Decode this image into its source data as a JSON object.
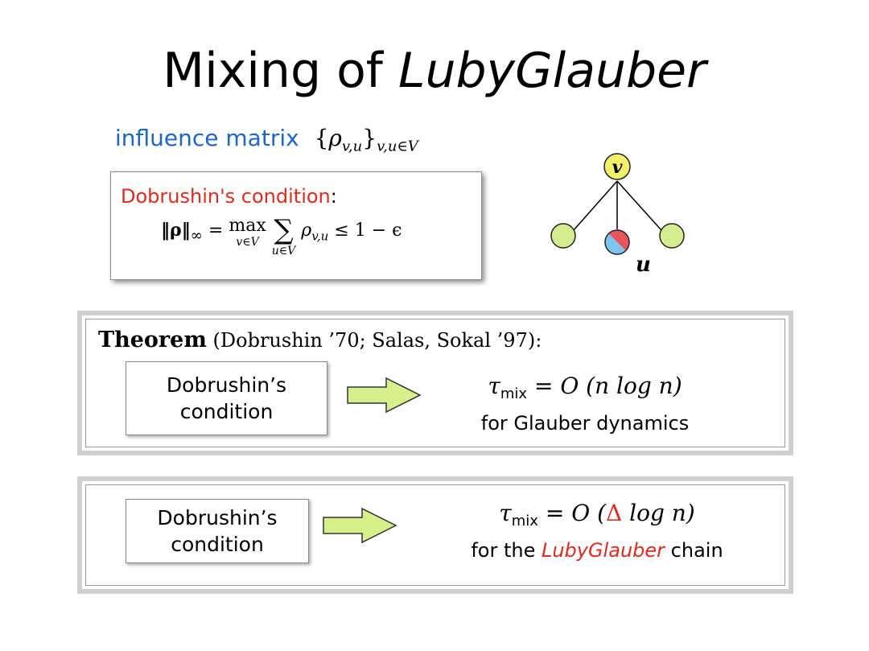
{
  "title": {
    "prefix": "Mixing of ",
    "emph": "LubyGlauber"
  },
  "influence": {
    "label": "influence matrix",
    "rho": "ρ",
    "rho_sub": "v,u",
    "set_sub": "v,u∈V"
  },
  "dobrushin_box": {
    "name": "Dobrushin's condition",
    "colon": ":",
    "norm": "‖ρ‖",
    "norm_sub": "∞",
    "max": "max",
    "max_sub": "v∈V",
    "sum_sub": "u∈V",
    "rho": "ρ",
    "rho_sub": "v,u",
    "bound": "≤ 1 − ϵ"
  },
  "graph": {
    "top_label": "v",
    "bottom_label": "u"
  },
  "theorem": {
    "word": "Theorem",
    "open": "(",
    "refs": "Dobrushin ’70;  Salas, Sokal ’97",
    "close": "):",
    "condition_line1": "Dobrushin’s",
    "condition_line2": "condition",
    "tau": "τ",
    "tau_sub": "mix",
    "rhs": "= O (n log n)",
    "note": "for Glauber dynamics"
  },
  "chain": {
    "condition_line1": "Dobrushin’s",
    "condition_line2": "condition",
    "tau": "τ",
    "tau_sub": "mix",
    "rhs_start": "= O (",
    "delta": "Δ",
    "rhs_end": " log n)",
    "note_start": "for the ",
    "note_name": "LubyGlauber",
    "note_end": " chain"
  },
  "colors": {
    "blue_label": "#1f66c2",
    "red_accent": "#dd2c1f",
    "node_green": "#d4ec8e",
    "node_yellow": "#f2ef6a",
    "node_red": "#e7555c",
    "node_blue": "#7cc6ee",
    "arrow_fill": "#d6ef8a"
  },
  "icons": [
    "arrow-right-icon",
    "graph-diagram"
  ]
}
